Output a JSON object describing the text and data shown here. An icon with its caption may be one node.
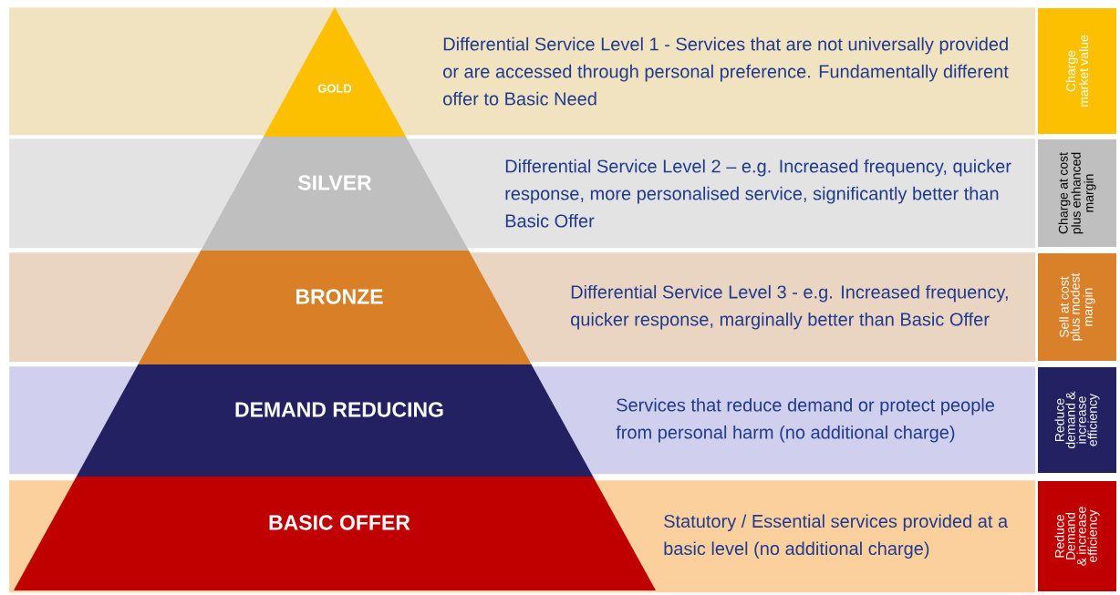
{
  "diagram": {
    "nodes": [
      {
        "text": [
          "GOLD"
        ],
        "in": 1
      },
      {
        "text": [
          "Differential Service Level 1 - Services that are not universally provided or are accessed through personal preference.  Fundamentally different offer to Basic Need"
        ]
      },
      {
        "text": [
          "Charge market value"
        ]
      },
      {
        "text": [
          "SILVER"
        ],
        "in": 4
      },
      {
        "text": [
          "Differential Service Level 2 – e.g. Increased frequency, quicker response, more personalised service, significantly better than Basic Offer"
        ]
      },
      {
        "text": [
          "Charge at cost plus enhanced margin"
        ]
      },
      {
        "text": [
          "BRONZE"
        ],
        "in": 7
      },
      {
        "text": [
          "Differential Service Level 3  - e.g. Increased frequency, quicker response, marginally better than Basic Offer"
        ]
      },
      {
        "text": [
          "Sell at cost plus modest margin"
        ]
      },
      {
        "text": [
          "DEMAND REDUCING"
        ],
        "in": 10
      },
      {
        "text": [
          "Services that reduce demand or protect people from personal harm (no additional charge)"
        ]
      },
      {
        "text": [
          "Reduce demand & increase efficiency"
        ]
      },
      {
        "text": [
          "BASIC OFFER"
        ],
        "in": 13
      },
      {
        "text": [
          "Statutory / Essential services provided at a basic level (no additional charge)"
        ]
      },
      {
        "text": [
          "Reduce Demand & increase efficiency"
        ]
      }
    ],
    "edges": []
  }
}
